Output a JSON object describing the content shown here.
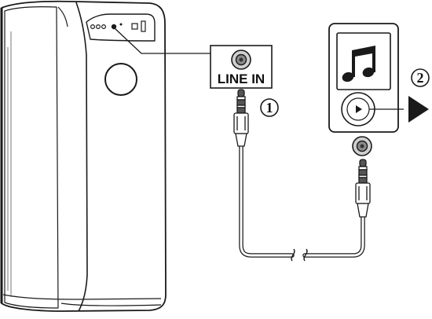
{
  "diagram": {
    "port_label": "LINE IN",
    "steps": [
      {
        "marker": "1"
      },
      {
        "marker": "2"
      }
    ],
    "icons": {
      "speaker": "speaker-icon",
      "aux_port": "aux-port-icon",
      "audio_plug": "audio-plug-icon",
      "player": "music-player-icon",
      "music_note": "music-note-icon",
      "play": "play-icon",
      "arrow": "play-arrow-icon"
    }
  }
}
